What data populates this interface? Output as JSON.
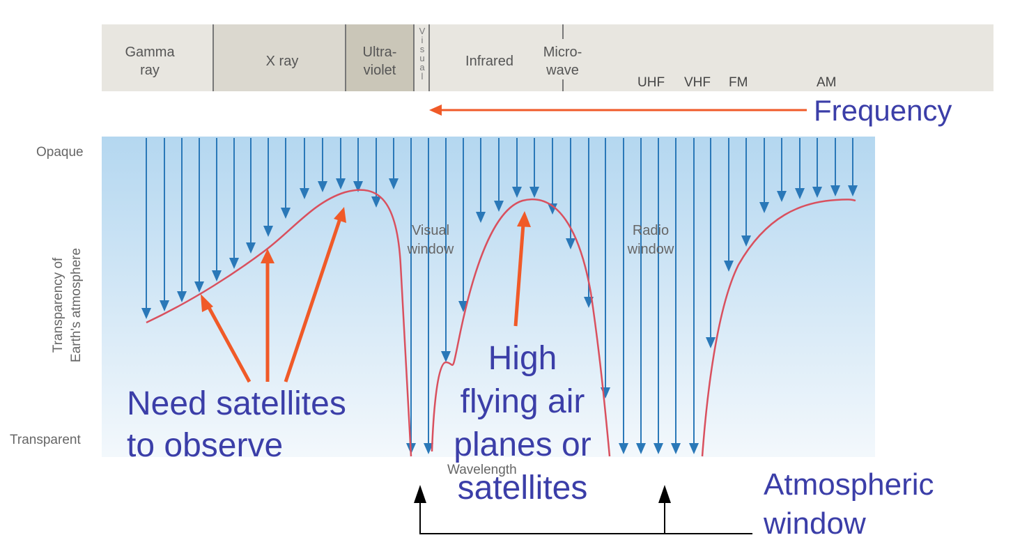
{
  "spectrum_bar": {
    "bands": [
      "Gamma ray",
      "X ray",
      "Ultra-violet",
      "Visual",
      "Infrared",
      "Micro-wave"
    ],
    "gamma": [
      "Gamma",
      "ray"
    ],
    "xray": "X ray",
    "uv": [
      "Ultra-",
      "violet"
    ],
    "visual_letters": [
      "V",
      "i",
      "s",
      "u",
      "a",
      "l"
    ],
    "infrared": "Infrared",
    "microwave": [
      "Micro-",
      "wave"
    ],
    "radio_bands": [
      "UHF",
      "VHF",
      "FM",
      "AM"
    ]
  },
  "frequency_label": "Frequency",
  "axis": {
    "opaque": "Opaque",
    "transparent": "Transparent",
    "ylabel": [
      "Transparency of",
      "Earth's atmosphere"
    ],
    "xlabel": "Wavelength"
  },
  "windows": {
    "visual": [
      "Visual",
      "window"
    ],
    "radio": [
      "Radio",
      "window"
    ]
  },
  "annotations": {
    "satellites": [
      "Need satellites",
      "to observe"
    ],
    "high_flying": [
      "High",
      "flying air",
      "planes or",
      "satellites"
    ],
    "atmospheric": [
      "Atmospheric",
      "window"
    ]
  },
  "colors": {
    "arrow_blue": "#2a78b8",
    "curve_red": "#d9505e",
    "annotation_orange": "#f05a28",
    "text_blue": "#3b3ea8",
    "band_grey": "#e8e6e0",
    "uv_grey": "#cac6b8"
  }
}
